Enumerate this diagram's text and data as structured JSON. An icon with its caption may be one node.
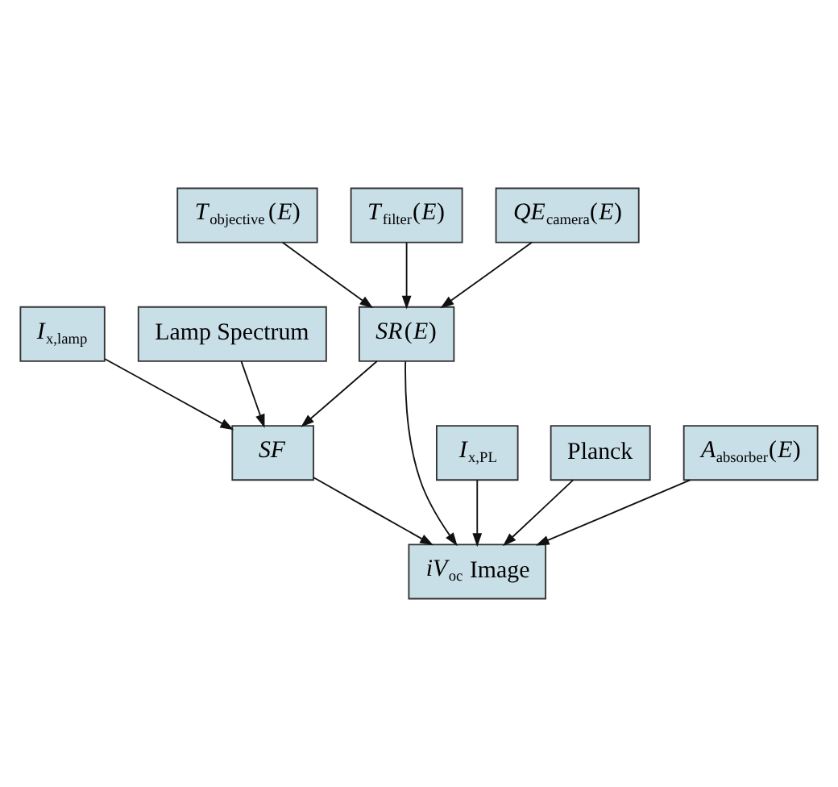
{
  "diagram": {
    "nodes": [
      {
        "text": [
          "*T*$_{objective}$(*E*)"
        ]
      },
      {
        "text": [
          "*T*$_{filter}$(*E*)"
        ]
      },
      {
        "text": [
          "*QE*$_{camera}$(*E*)"
        ]
      },
      {
        "text": [
          "*SR*(*E*)"
        ]
      },
      {
        "text": [
          "*I*$_{x,lamp}$"
        ]
      },
      {
        "text": [
          "Lamp Spectrum"
        ]
      },
      {
        "text": [
          "*I*$_{x,PL}$"
        ]
      },
      {
        "text": [
          "*SF*"
        ]
      },
      {
        "text": [
          "Planck"
        ]
      },
      {
        "text": [
          "*A*$_{absorber}$(*E*)"
        ]
      },
      {
        "text": [
          "*iV*$_{oc}$ Image"
        ]
      }
    ],
    "edges": [
      {
        "from": 0,
        "to": 3,
        "arrow": "to"
      },
      {
        "from": 1,
        "to": 3,
        "arrow": "to"
      },
      {
        "from": 2,
        "to": 3,
        "arrow": "to"
      },
      {
        "from": 4,
        "to": 7,
        "arrow": "to"
      },
      {
        "from": 5,
        "to": 7,
        "arrow": "to"
      },
      {
        "from": 3,
        "to": 7,
        "arrow": "to"
      },
      {
        "from": 3,
        "to": 10,
        "arrow": "to"
      },
      {
        "from": 6,
        "to": 10,
        "arrow": "to"
      },
      {
        "from": 7,
        "to": 10,
        "arrow": "to"
      },
      {
        "from": 8,
        "to": 10,
        "arrow": "to"
      },
      {
        "from": 9,
        "to": 10,
        "arrow": "to"
      }
    ]
  }
}
